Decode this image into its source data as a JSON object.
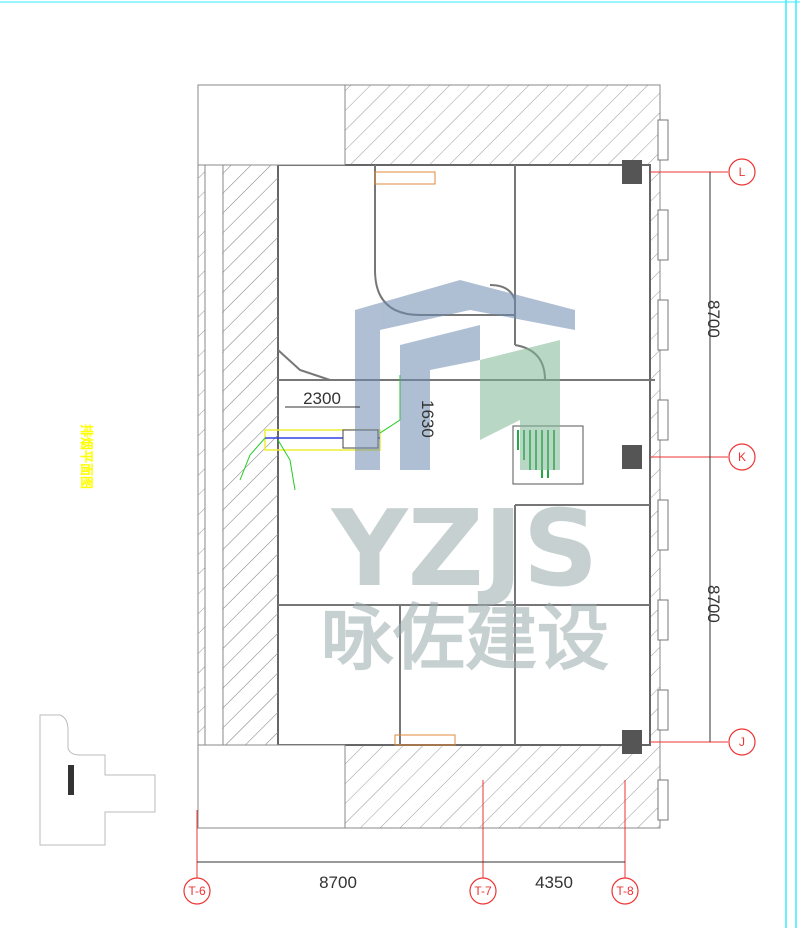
{
  "drawing": {
    "title": "排烟平面图",
    "watermark_latin": "YZJS",
    "watermark_cjk": "咏佐建设",
    "dimensions": {
      "vertical_upper": "8700",
      "vertical_lower": "8700",
      "bottom_left": "8700",
      "bottom_right": "4350",
      "corridor_width": "2300",
      "duct_length": "1630"
    },
    "axes": {
      "L": "L",
      "K": "K",
      "J": "J",
      "T6": "T-6",
      "T7": "T-7",
      "T8": "T-8"
    },
    "colors": {
      "axis": "#e33333",
      "title": "#ffff00",
      "duct": "#3344dd",
      "leader": "#22cc22",
      "border": "#33eeff",
      "watermark_blue": "#5577aa",
      "watermark_green": "#66aa77"
    }
  }
}
